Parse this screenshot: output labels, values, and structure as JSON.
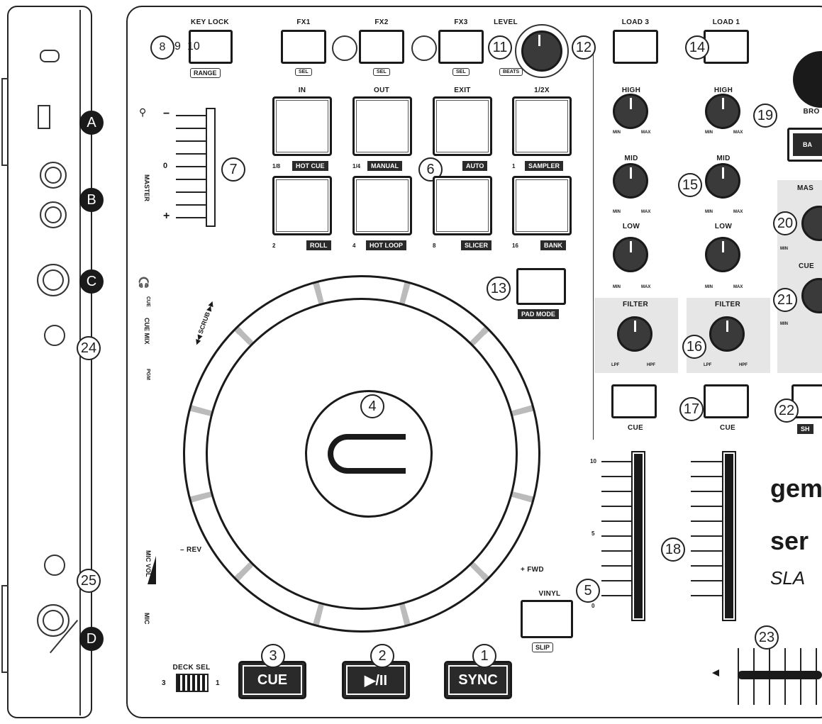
{
  "top": {
    "key_lock": "KEY LOCK",
    "range": "RANGE",
    "fx1": "FX1",
    "fx2": "FX2",
    "fx3": "FX3",
    "sel": "SEL",
    "level": "LEVEL",
    "beats": "BEATS",
    "load3": "LOAD 3",
    "load1": "LOAD 1"
  },
  "pads": {
    "row1_heads": [
      "IN",
      "OUT",
      "EXIT",
      "1/2X"
    ],
    "row1_nums": [
      "1/8",
      "1/4",
      "",
      "1"
    ],
    "row1_modes": [
      "HOT CUE",
      "MANUAL",
      "AUTO",
      "SAMPLER"
    ],
    "row2_nums": [
      "2",
      "4",
      "8",
      "16"
    ],
    "row2_modes": [
      "ROLL",
      "HOT LOOP",
      "SLICER",
      "BANK"
    ],
    "pad_mode": "PAD MODE"
  },
  "left_panel": {
    "master": "MASTER",
    "minus": "−",
    "zero": "0",
    "plus": "+",
    "cue": "CUE",
    "cue_mix": "CUE MIX",
    "pgm": "PGM",
    "scrub": "◀◀ SCRUB ▶▶",
    "mic_vol": "MIC VOL",
    "mic": "MIC"
  },
  "jog": {
    "rev": "– REV",
    "fwd": "+ FWD"
  },
  "transport": {
    "cue": "CUE",
    "play": "▶/II",
    "sync": "SYNC",
    "vinyl": "VINYL",
    "slip": "SLIP",
    "deck_sel": "DECK SEL",
    "deck_left": "3",
    "deck_right": "1"
  },
  "eq": {
    "high": "HIGH",
    "mid": "MID",
    "low": "LOW",
    "min": "MIN",
    "max": "MAX",
    "filter": "FILTER",
    "lpf": "LPF",
    "hpf": "HPF",
    "cue": "CUE"
  },
  "fader": {
    "top": "10",
    "mid": "5",
    "bottom": "0"
  },
  "right_edge": {
    "bro": "BRO",
    "ba": "BA",
    "mas": "MAS",
    "cue": "CUE",
    "min": "MIN",
    "sh": "SH",
    "logo1": "gem",
    "logo2": "ser",
    "logo3": "SLA"
  },
  "callouts": {
    "a": "A",
    "b": "B",
    "c": "C",
    "d": "D",
    "n1": "1",
    "n2": "2",
    "n3": "3",
    "n4": "4",
    "n5": "5",
    "n6": "6",
    "n7": "7",
    "n8": "8",
    "n9": "9",
    "n10": "10",
    "n11": "11",
    "n12": "12",
    "n13": "13",
    "n14": "14",
    "n15": "15",
    "n16": "16",
    "n17": "17",
    "n18": "18",
    "n19": "19",
    "n20": "20",
    "n21": "21",
    "n22": "22",
    "n23": "23",
    "n24": "24",
    "n25": "25"
  }
}
